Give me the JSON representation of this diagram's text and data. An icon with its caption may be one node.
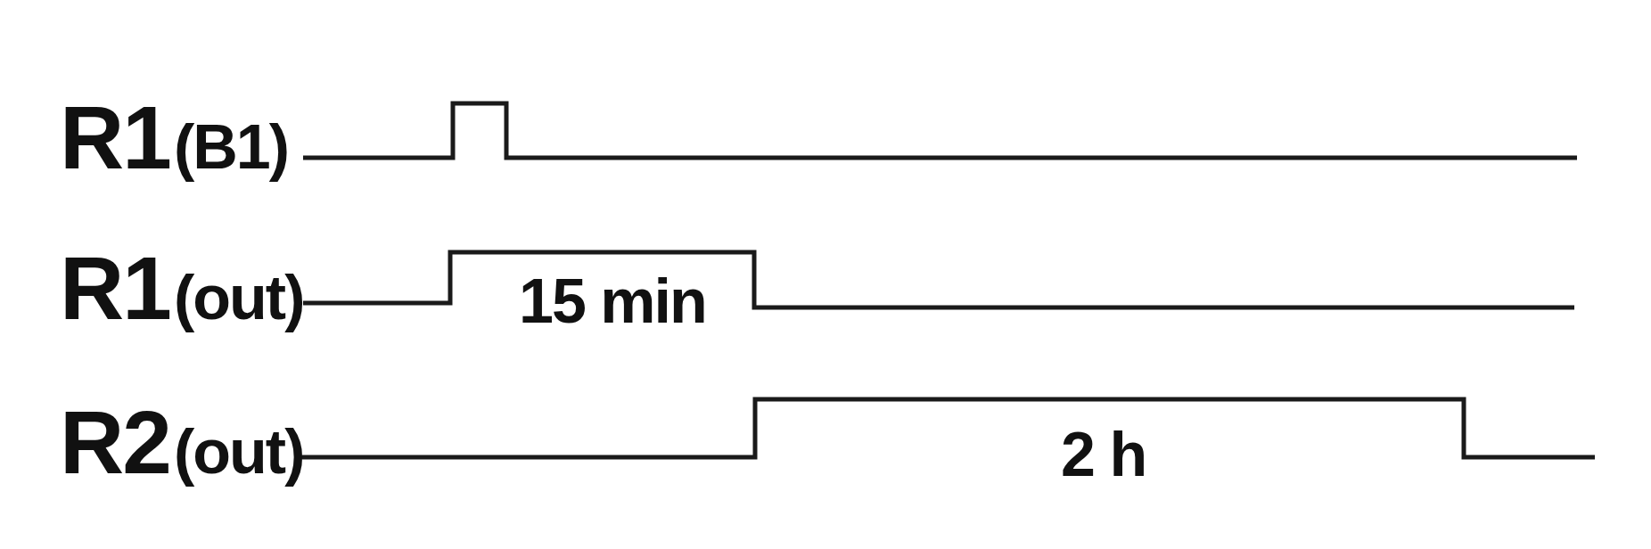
{
  "diagram": {
    "labels": [
      "R1",
      "(B1)",
      "R1",
      "(out)",
      "15 min",
      "R2",
      "(out)",
      "2 h"
    ]
  }
}
